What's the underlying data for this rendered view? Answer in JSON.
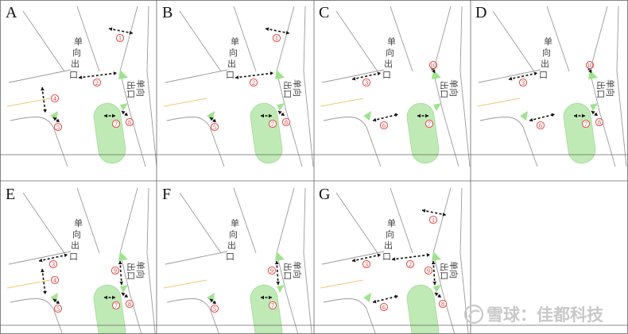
{
  "grid": {
    "columns": 4,
    "rows": 2
  },
  "street_text": {
    "vertical_label": "单向出口",
    "rotated_label": "单向出口"
  },
  "panels": [
    {
      "letter": "A",
      "slot": 0,
      "crossings": [
        "1",
        "2",
        "4",
        "5",
        "7",
        "8"
      ],
      "show_vertical_label": true,
      "show_rotated_label": true
    },
    {
      "letter": "B",
      "slot": 1,
      "crossings": [
        "1",
        "2",
        "5",
        "7",
        "8"
      ],
      "show_vertical_label": true,
      "show_rotated_label": true
    },
    {
      "letter": "C",
      "slot": 2,
      "crossings": [
        "3",
        "6",
        "7",
        "10"
      ],
      "show_vertical_label": true,
      "show_rotated_label": true
    },
    {
      "letter": "D",
      "slot": 3,
      "crossings": [
        "3",
        "6",
        "7",
        "8",
        "10"
      ],
      "show_vertical_label": true,
      "show_rotated_label": true
    },
    {
      "letter": "E",
      "slot": 4,
      "crossings": [
        "3",
        "4",
        "5",
        "7",
        "8",
        "9"
      ],
      "show_vertical_label": true,
      "show_rotated_label": true
    },
    {
      "letter": "F",
      "slot": 5,
      "crossings": [
        "5",
        "7",
        "9"
      ],
      "show_vertical_label": true,
      "show_rotated_label": true
    },
    {
      "letter": "G",
      "slot": 6,
      "crossings": [
        "1",
        "2",
        "3",
        "6",
        "8",
        "9"
      ],
      "show_vertical_label": true,
      "show_rotated_label": true
    }
  ],
  "crossing_labels": {
    "1": "①",
    "2": "②",
    "3": "③",
    "4": "④",
    "5": "⑤",
    "6": "⑥",
    "7": "⑦",
    "8": "⑧",
    "9": "⑨",
    "10": "⑩"
  },
  "watermark": {
    "text": "雪球：佳都科技",
    "icon": "snowball-logo-icon"
  },
  "colors": {
    "island": "#bfeab5",
    "crossing_path": "#111111",
    "label": "#e23a3a",
    "center_line": "#f2c572",
    "road_edge": "#9a9a9a"
  }
}
